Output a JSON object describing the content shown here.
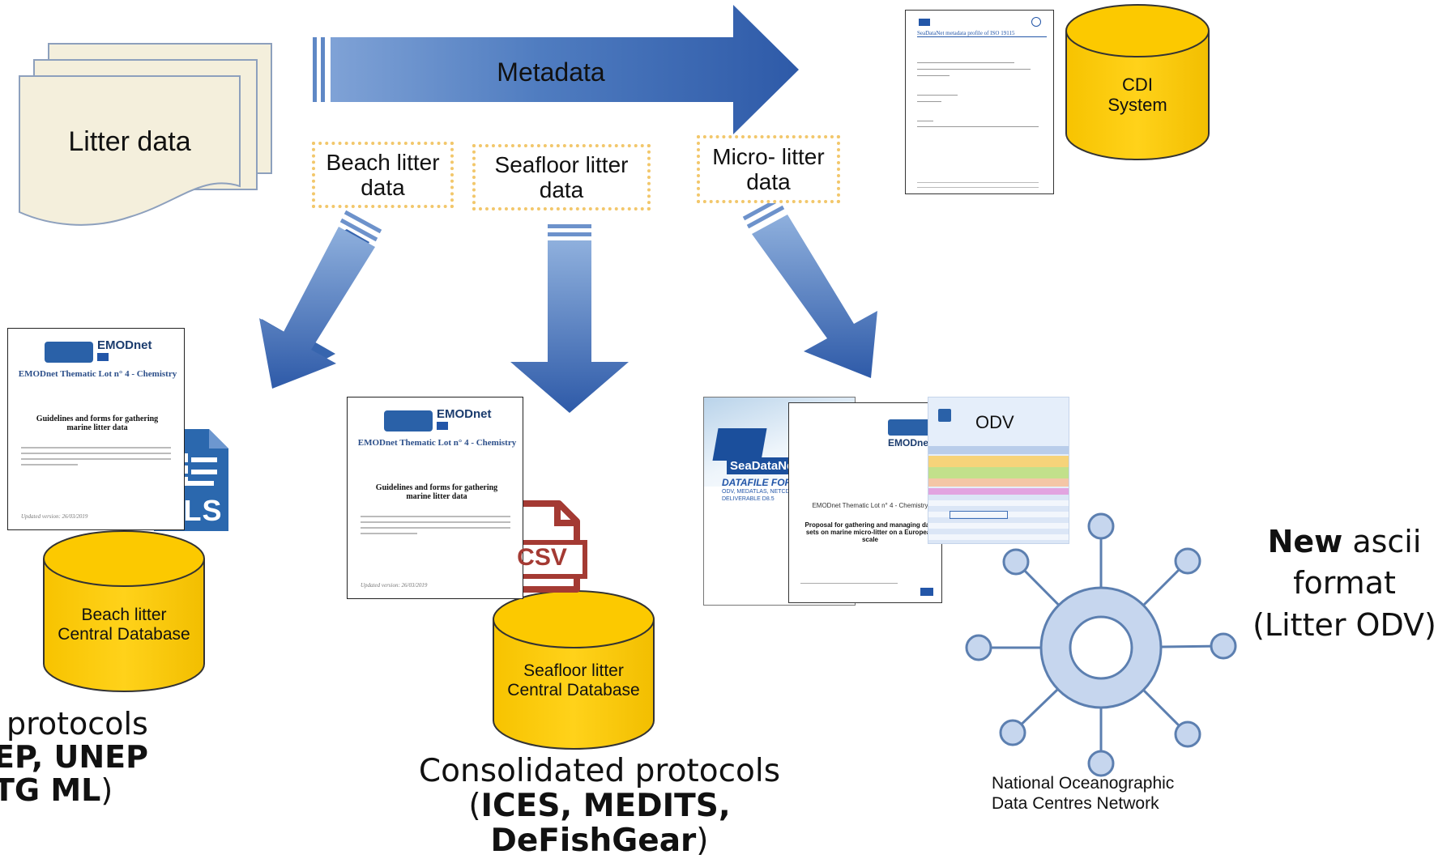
{
  "flow": {
    "source": "Litter data",
    "metadata_arrow": "Metadata",
    "cdi": [
      "CDI",
      "System"
    ],
    "categories": {
      "beach": [
        "Beach litter",
        "data"
      ],
      "seafloor": [
        "Seafloor litter",
        "data"
      ],
      "micro": [
        "Micro- litter",
        "data"
      ]
    }
  },
  "metadata_doc": {
    "title": "SeaDataNet metadata profile of ISO 19115"
  },
  "emodnet_docs": {
    "brand": "EMODnet",
    "lot": "EMODnet Thematic Lot n° 4 - Chemistry",
    "guideline_title": "Guidelines and forms for gathering marine litter data",
    "updated": "Updated version: 26/03/2019"
  },
  "micro_docs": {
    "seadatanet": "SeaDataNet",
    "datafile": "DATAFILE FORMA",
    "datafile_sub": "ODV, MEDATLAS, NETCDF",
    "deliverable": "DELIVERABLE D8.5",
    "lot": "EMODnet Thematic Lot n° 4 - Chemistry",
    "proposal": "Proposal for gathering and managing data sets on marine micro-litter on a European scale",
    "odv": "ODV"
  },
  "file_icons": {
    "xls": "XLS",
    "csv": "CSV"
  },
  "databases": {
    "beach": [
      "Beach litter",
      "Central Database"
    ],
    "seafloor": [
      "Seafloor litter",
      "Central Database"
    ]
  },
  "protocols": {
    "beach": {
      "line1": "protocols",
      "line2": "EP, UNEP",
      "line3_bold": "TG ML",
      "line3_tail": ")"
    },
    "seafloor": {
      "line1": "Consolidated protocols",
      "open": "(",
      "line2_bold": "ICES, MEDITS,",
      "line3_bold": "DeFishGear",
      "close": ")"
    },
    "micro": {
      "new_bold": "New",
      "new_rest": " ascii",
      "line2": "format",
      "line3": "(Litter ODV)"
    }
  },
  "network": [
    "National Oceanographic",
    "Data Centres Network"
  ],
  "colors": {
    "arrow_dark": "#2e5aa8",
    "arrow_light": "#7fa2d6",
    "cylinder": "#fcc900",
    "paper": "#f4efdc",
    "network_fill": "#c6d6ee",
    "network_stroke": "#5c7fb0",
    "dotted_border": "#f2c76b"
  }
}
